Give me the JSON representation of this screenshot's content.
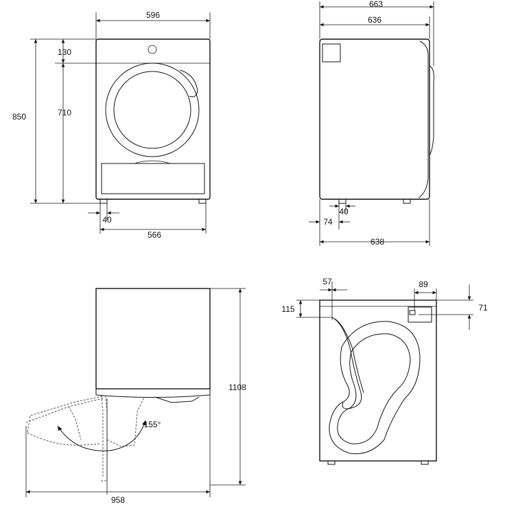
{
  "dimensions": {
    "front_width": "596",
    "top_height": "130",
    "door_height": "710",
    "total_height": "850",
    "foot_offset": "40",
    "feet_span": "566",
    "side_total_depth": "663",
    "side_cabinet_depth": "636",
    "side_foot_offset": "40",
    "side_rear_offset": "74",
    "side_base_depth": "638",
    "door_open_height": "1108",
    "door_open_width": "958",
    "door_angle": "155°",
    "rear_hose_x": "57",
    "rear_hose_y": "115",
    "rear_outlet_x": "89",
    "rear_outlet_y": "71"
  }
}
